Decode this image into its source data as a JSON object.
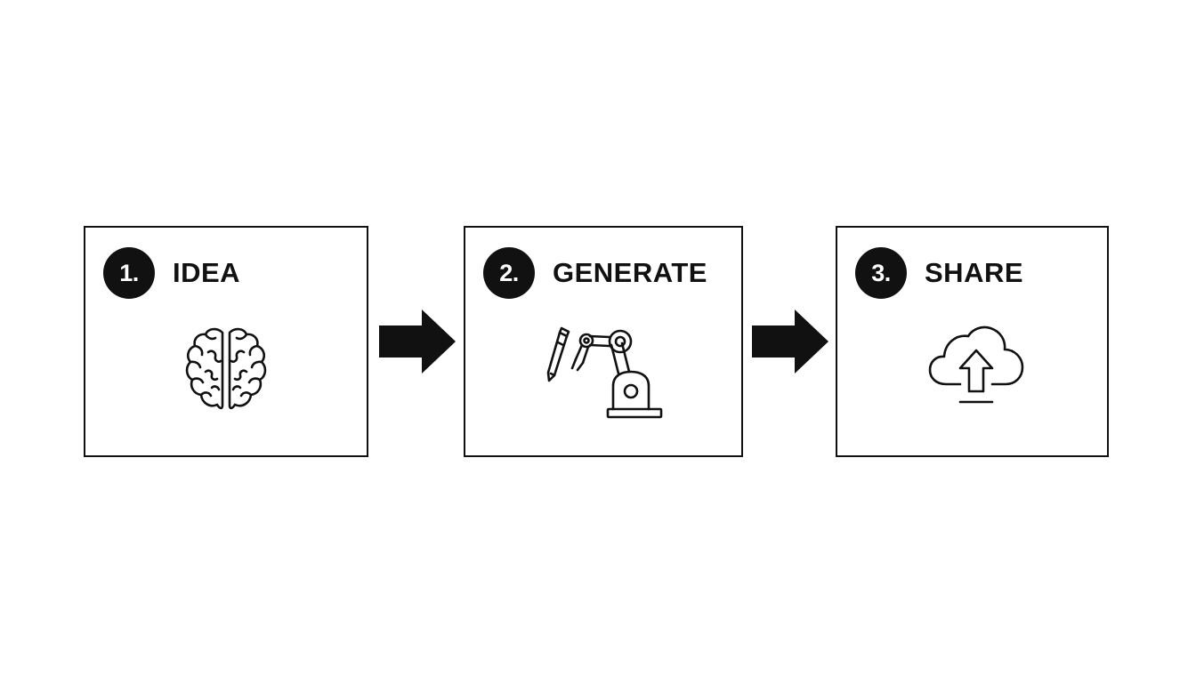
{
  "steps": [
    {
      "number": "1.",
      "title": "IDEA",
      "icon": "brain-icon"
    },
    {
      "number": "2.",
      "title": "GENERATE",
      "icon": "robot-arm-pen-icon"
    },
    {
      "number": "3.",
      "title": "SHARE",
      "icon": "cloud-upload-icon"
    }
  ],
  "colors": {
    "ink": "#111111",
    "background": "#ffffff"
  }
}
